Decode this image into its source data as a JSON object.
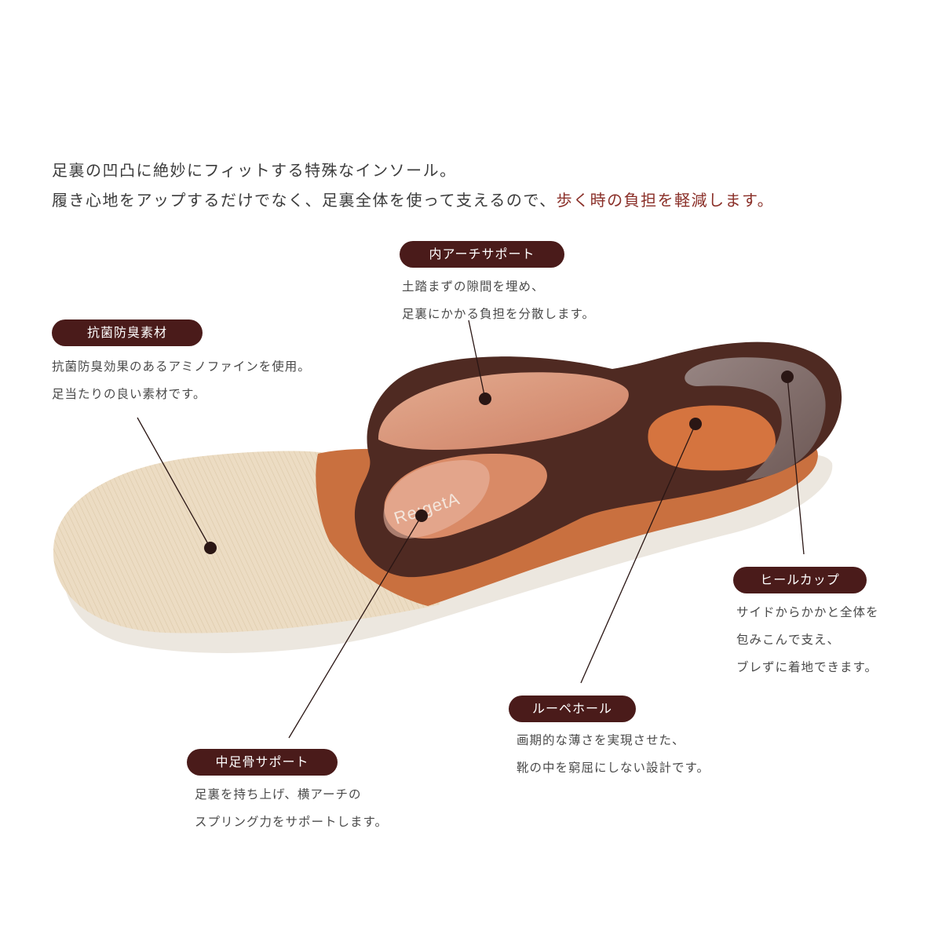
{
  "intro": {
    "line1": "足裏の凹凸に絶妙にフィットする特殊なインソール。",
    "line2_plain": "履き心地をアップするだけでなく、足裏全体を使って支えるので、",
    "line2_accent": "歩く時の負担を軽減します。"
  },
  "brand_logo_text": "Re:getA",
  "callouts": {
    "arch": {
      "title": "内アーチサポート",
      "line1": "土踏まずの隙間を埋め、",
      "line2": "足裏にかかる負担を分散します。"
    },
    "antibac": {
      "title": "抗菌防臭素材",
      "line1": "抗菌防臭効果のあるアミノファインを使用。",
      "line2": "足当たりの良い素材です。"
    },
    "heel": {
      "title": "ヒールカップ",
      "line1": "サイドからかかと全体を",
      "line2": "包みこんで支え、",
      "line3": "ブレずに着地できます。"
    },
    "loupe": {
      "title": "ルーペホール",
      "line1": "画期的な薄さを実現させた、",
      "line2": "靴の中を窮屈にしない設計です。"
    },
    "metatarsal": {
      "title": "中足骨サポート",
      "line1": "足裏を持ち上げ、横アーチの",
      "line2": "スプリング力をサポートします。"
    }
  },
  "colors": {
    "label_bg": "#4a1b1a",
    "accent_text": "#8a2f28",
    "insole_beige": "#ead7bb",
    "insole_orange": "#c9703f",
    "insole_brown": "#4f2a22"
  }
}
